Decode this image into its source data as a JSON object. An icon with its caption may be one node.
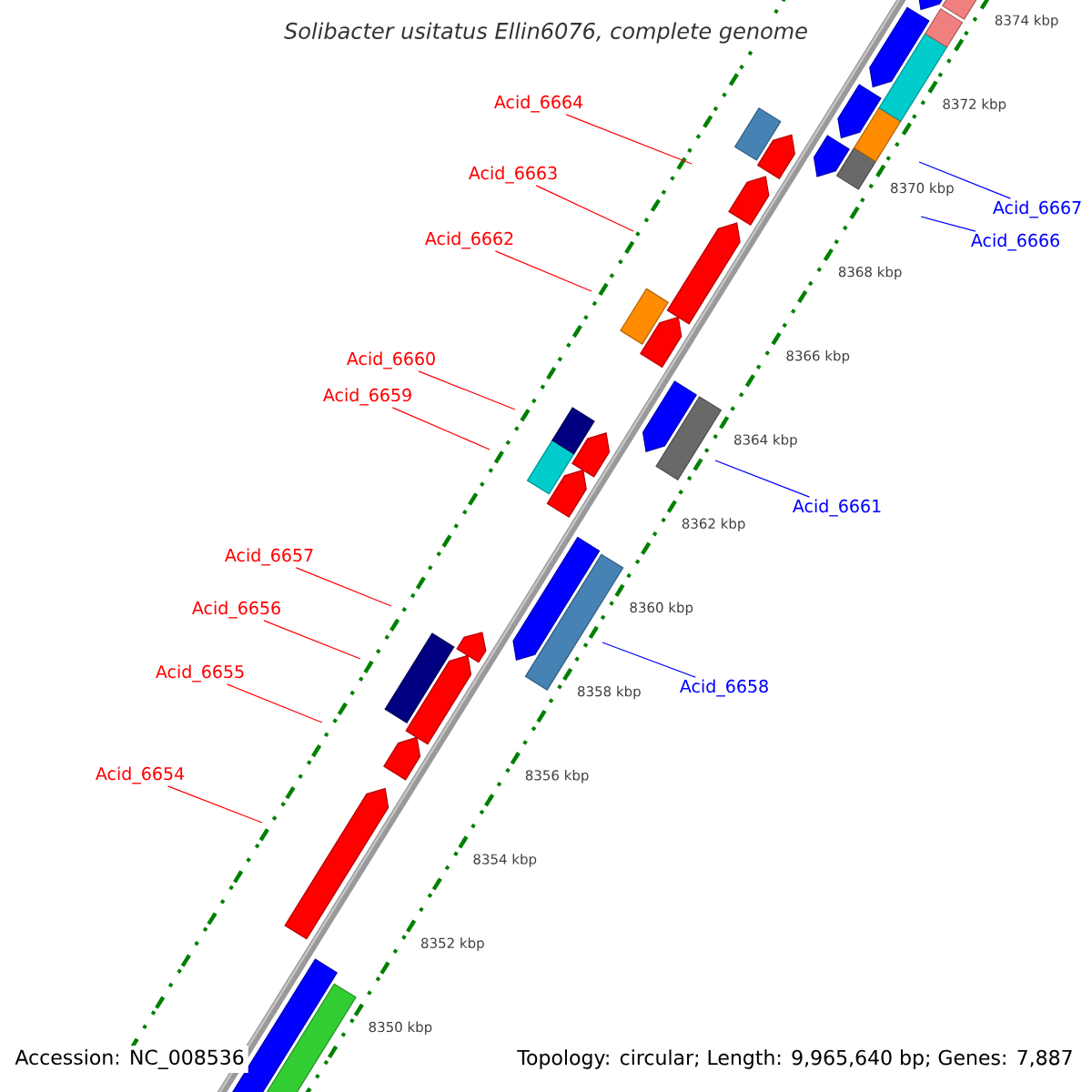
{
  "diagram": {
    "title": "Solibacter usitatus Ellin6076, complete genome",
    "nodes": [
      {
        "text": [
          "Acid_6664"
        ]
      },
      {
        "text": [
          "Acid_6663"
        ]
      },
      {
        "text": [
          "Acid_6662"
        ]
      },
      {
        "text": [
          "Acid_6660"
        ]
      },
      {
        "text": [
          "Acid_6659"
        ]
      },
      {
        "text": [
          "Acid_6657"
        ]
      },
      {
        "text": [
          "Acid_6656"
        ]
      },
      {
        "text": [
          "Acid_6655"
        ]
      },
      {
        "text": [
          "Acid_6654"
        ]
      },
      {
        "text": [
          "Acid_6667"
        ]
      },
      {
        "text": [
          "Acid_6666"
        ]
      },
      {
        "text": [
          "Acid_6661"
        ]
      },
      {
        "text": [
          "Acid_6658"
        ]
      }
    ],
    "edges": [
      {
        "from": 0,
        "to": null,
        "arrow": "none"
      },
      {
        "from": 1,
        "to": null,
        "arrow": "none"
      },
      {
        "from": 2,
        "to": null,
        "arrow": "none"
      },
      {
        "from": 3,
        "to": null,
        "arrow": "none"
      },
      {
        "from": 4,
        "to": null,
        "arrow": "none"
      },
      {
        "from": 5,
        "to": null,
        "arrow": "none"
      },
      {
        "from": 6,
        "to": null,
        "arrow": "none"
      },
      {
        "from": 7,
        "to": null,
        "arrow": "none"
      },
      {
        "from": 8,
        "to": null,
        "arrow": "none"
      },
      {
        "from": 9,
        "to": null,
        "arrow": "none",
        "color": "#0000ff"
      },
      {
        "from": 10,
        "to": null,
        "arrow": "none",
        "color": "#0000ff"
      },
      {
        "from": 11,
        "to": null,
        "arrow": "none",
        "color": "#0000ff"
      },
      {
        "from": 12,
        "to": null,
        "arrow": "none",
        "color": "#0000ff"
      }
    ],
    "labels": [
      "8374 kbp",
      "8372 kbp",
      "8370 kbp",
      "8368 kbp",
      "8366 kbp",
      "8364 kbp",
      "8362 kbp",
      "8360 kbp",
      "8358 kbp",
      "8356 kbp",
      "8354 kbp",
      "8352 kbp",
      "8350 kbp",
      "Accession: NC_008536",
      "Topology: circular; Length: 9,965,640 bp; Genes: 7,887"
    ]
  }
}
